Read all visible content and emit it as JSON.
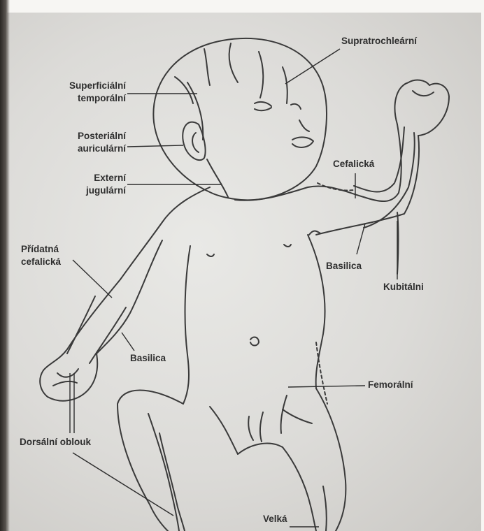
{
  "labels": {
    "supratrochlearni": "Supratrochleární",
    "superficialni_1": "Superficiální",
    "superficialni_2": "temporální",
    "posterialni_1": "Posteriální",
    "posterialni_2": "auriculární",
    "externi_1": "Externí",
    "externi_2": "jugulární",
    "cefalicka": "Cefalická",
    "pridatna_1": "Přídatná",
    "pridatna_2": "cefalická",
    "basilica_right": "Basilica",
    "kubitalni": "Kubitálni",
    "basilica_left": "Basilica",
    "femoralni": "Femorální",
    "dorsalni": "Dorsální oblouk",
    "velka": "Velká"
  },
  "colors": {
    "ink": "#3a3a3a",
    "paper": "#e6e5e2"
  }
}
